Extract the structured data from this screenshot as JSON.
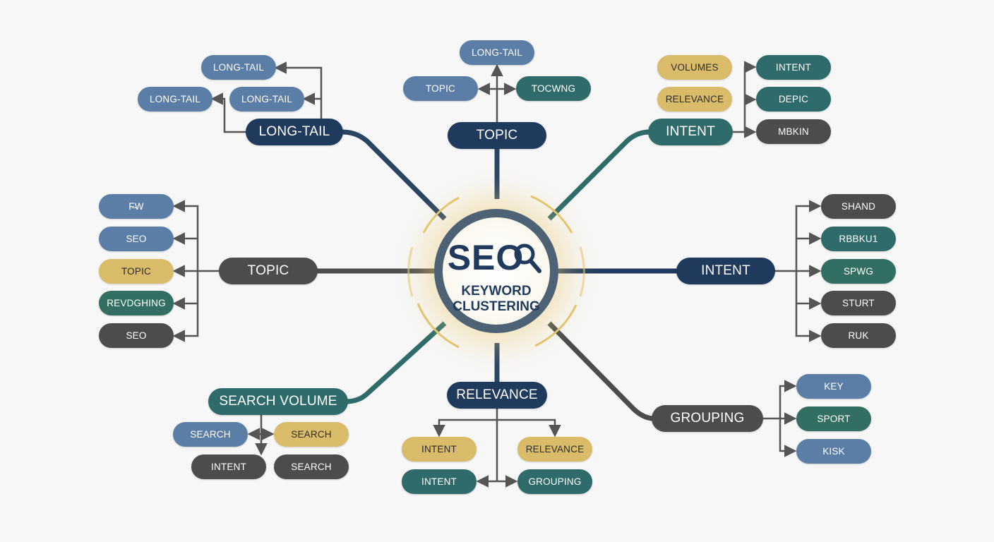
{
  "center": {
    "line1": "SEO",
    "line2": "KEYWORD",
    "line3": "CLUSTERING"
  },
  "colors": {
    "navy": "#1f3a5c",
    "teal": "#2e6b6a",
    "slate": "#5b7ea6",
    "gold": "#d9bb6a",
    "gray": "#4c4c4c",
    "connector": "#555555"
  },
  "branches": {
    "long_tail": {
      "label": "LONG-TAIL",
      "leaves": [
        "LONG-TAIL",
        "LONG-TAIL",
        "LONG-TAIL"
      ]
    },
    "topic_top": {
      "label": "TOPIC",
      "leaves": [
        "LONG-TAIL",
        "TOPIC",
        "TOCWNG"
      ]
    },
    "intent_top": {
      "label": "INTENT",
      "leaves": [
        "VOLUMES",
        "RELEVANCE",
        "INTENT",
        "DEPIC",
        "MBKIN"
      ]
    },
    "topic_left": {
      "label": "TOPIC",
      "leaves": [
        "F̶̶W",
        "SEO",
        "TOPIC",
        "REVDGHING",
        "SEO"
      ]
    },
    "intent_right": {
      "label": "INTENT",
      "leaves": [
        "SHAND",
        "RBBKU1",
        "SPWG",
        "STURT",
        "RUK"
      ]
    },
    "search_volume": {
      "label": "SEARCH VOLUME",
      "leaves": [
        "SEARCH",
        "SEARCH",
        "INTENT",
        "SEARCH"
      ]
    },
    "relevance": {
      "label": "RELEVANCE",
      "leaves": [
        "INTENT",
        "RELEVANCE",
        "INTENT",
        "GROUPING"
      ]
    },
    "grouping": {
      "label": "GROUPING",
      "leaves": [
        "KEY",
        "SPORT",
        "KISK"
      ]
    }
  }
}
